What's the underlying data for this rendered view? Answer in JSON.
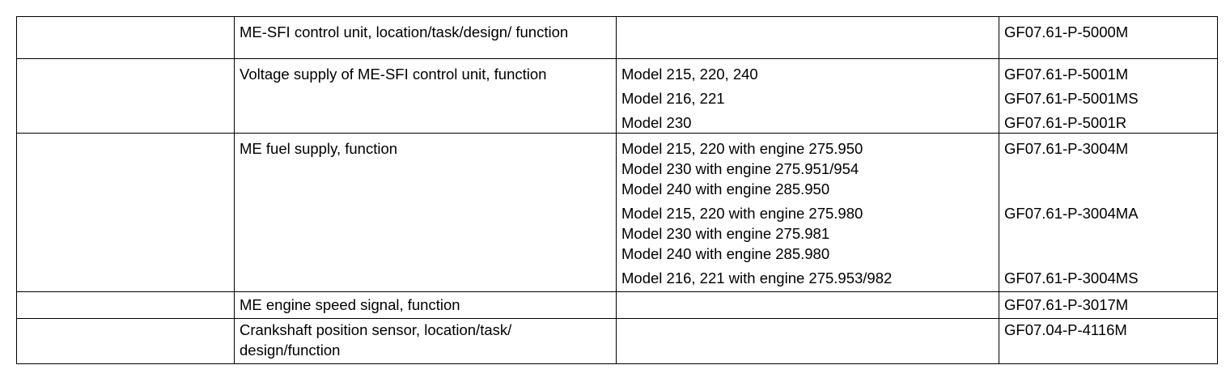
{
  "rows": [
    {
      "topic": "ME-SFI control unit, location/task/design/ function",
      "entries": [
        {
          "models": [
            ""
          ],
          "doc": "GF07.61-P-5000M"
        }
      ]
    },
    {
      "topic": "Voltage supply of ME-SFI control unit, function",
      "entries": [
        {
          "models": [
            "Model 215, 220, 240"
          ],
          "doc": "GF07.61-P-5001M"
        },
        {
          "models": [
            "Model 216, 221"
          ],
          "doc": "GF07.61-P-5001MS"
        },
        {
          "models": [
            "Model 230"
          ],
          "doc": "GF07.61-P-5001R"
        }
      ]
    },
    {
      "topic": "ME fuel supply, function",
      "entries": [
        {
          "models": [
            "Model 215, 220 with engine 275.950",
            "Model 230 with engine 275.951/954",
            "Model 240 with engine 285.950"
          ],
          "doc": "GF07.61-P-3004M"
        },
        {
          "models": [
            "Model 215, 220 with engine 275.980",
            "Model 230 with engine 275.981",
            "Model 240 with engine 285.980"
          ],
          "doc": "GF07.61-P-3004MA"
        },
        {
          "models": [
            "Model 216, 221 with engine 275.953/982"
          ],
          "doc": "GF07.61-P-3004MS"
        }
      ]
    },
    {
      "topic": "ME engine speed signal, function",
      "entries": [
        {
          "models": [
            ""
          ],
          "doc": "GF07.61-P-3017M"
        }
      ]
    },
    {
      "topic": "Crankshaft position sensor, location/task/ design/function",
      "entries": [
        {
          "models": [
            ""
          ],
          "doc": "GF07.04-P-4116M"
        }
      ]
    }
  ]
}
